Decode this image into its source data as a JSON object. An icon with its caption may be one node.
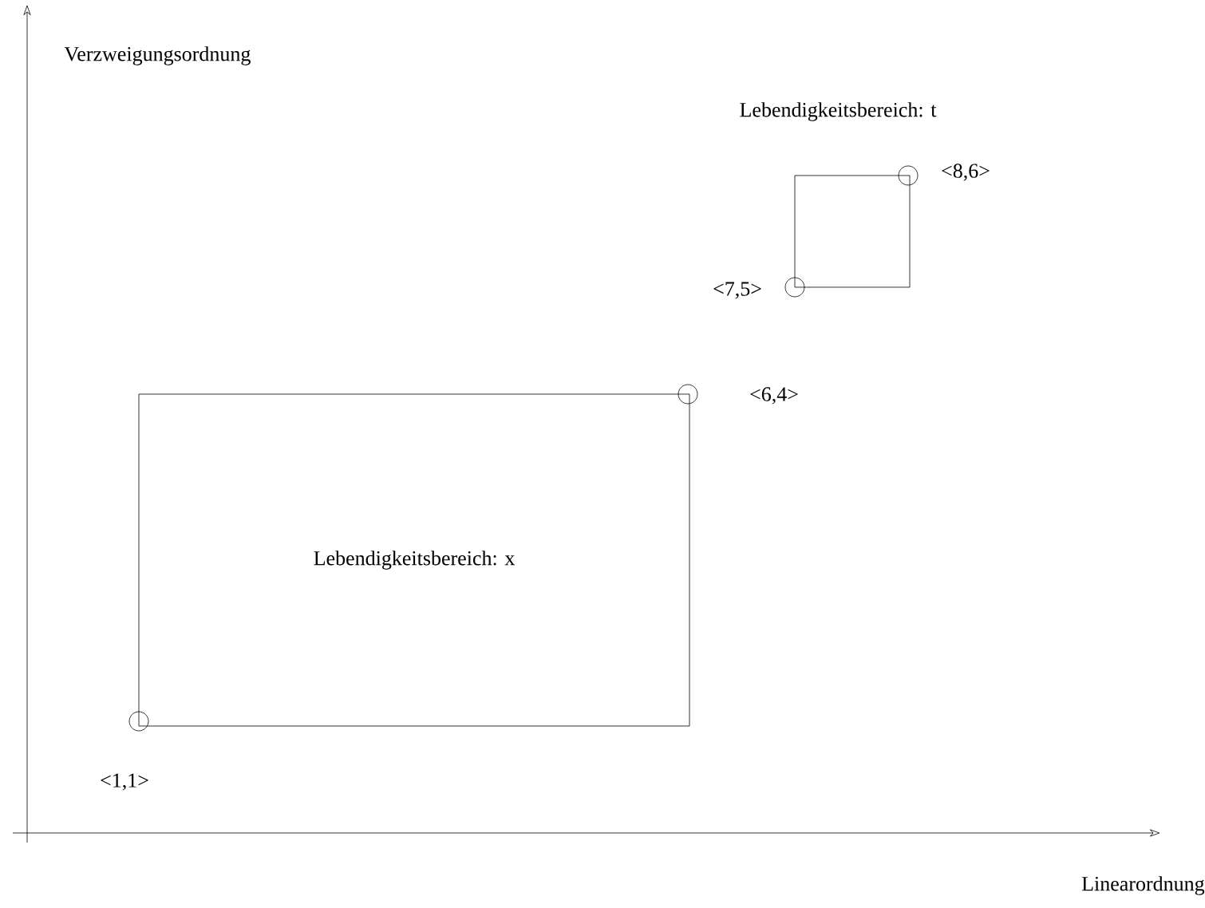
{
  "diagram": {
    "nodes": [
      {
        "text": [
          "Lebendigkeitsbereich: t"
        ]
      },
      {
        "text": [],
        "shape": "circle",
        "beside": [
          "<8,6>"
        ]
      },
      {
        "text": [],
        "shape": "circle",
        "beside": [
          "<7,5>"
        ]
      },
      {
        "text": [
          "Lebendigkeitsbereich: x"
        ]
      },
      {
        "text": [],
        "shape": "circle",
        "beside": [
          "<6,4>"
        ]
      },
      {
        "text": [],
        "shape": "circle",
        "beside": [
          "<1,1>"
        ]
      }
    ],
    "edges": [],
    "labels": [
      "Verzweigungsordnung",
      "Linearordnung"
    ]
  }
}
